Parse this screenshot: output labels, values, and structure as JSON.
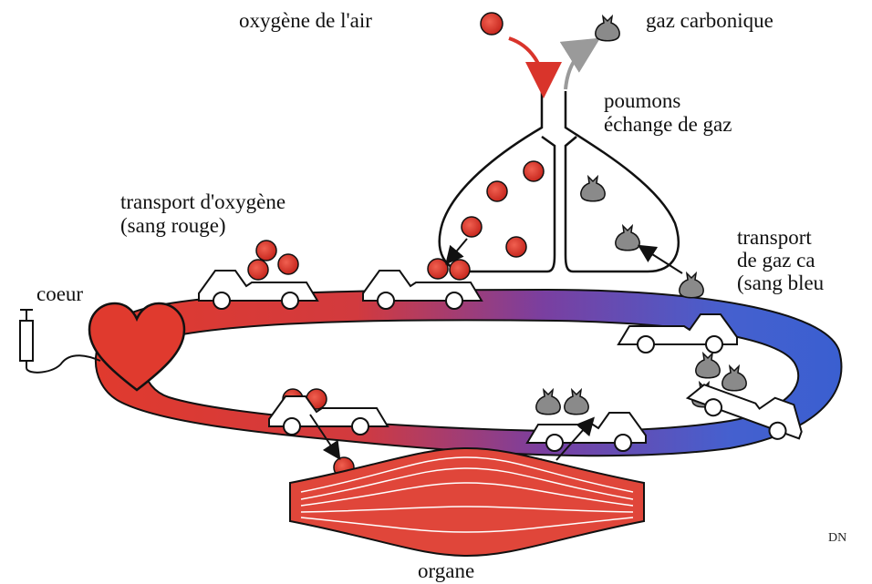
{
  "labels": {
    "oxygen_air": "oxygène de l'air",
    "co2": "gaz carbonique",
    "lungs_line1": "poumons",
    "lungs_line2": "échange de gaz",
    "o2_transport_line1": "transport d'oxygène",
    "o2_transport_line2": "(sang rouge)",
    "co2_transport_line1": "transport",
    "co2_transport_line2": "de gaz ca",
    "co2_transport_line3": "(sang bleu",
    "heart": "coeur",
    "organ": "organe",
    "signature": "DN"
  },
  "colors": {
    "oxygen": "#d9342b",
    "co2": "#8a8a8a",
    "arterial": "#e03a2e",
    "venous": "#3a5fd0",
    "outline": "#111111"
  },
  "icons": {
    "oxygen_molecule": "red-dot-icon",
    "co2_molecule": "gray-sack-icon",
    "transport_vehicle": "car-icon",
    "heart": "heart-icon",
    "pump": "syringe-icon",
    "organ": "muscle-icon"
  }
}
